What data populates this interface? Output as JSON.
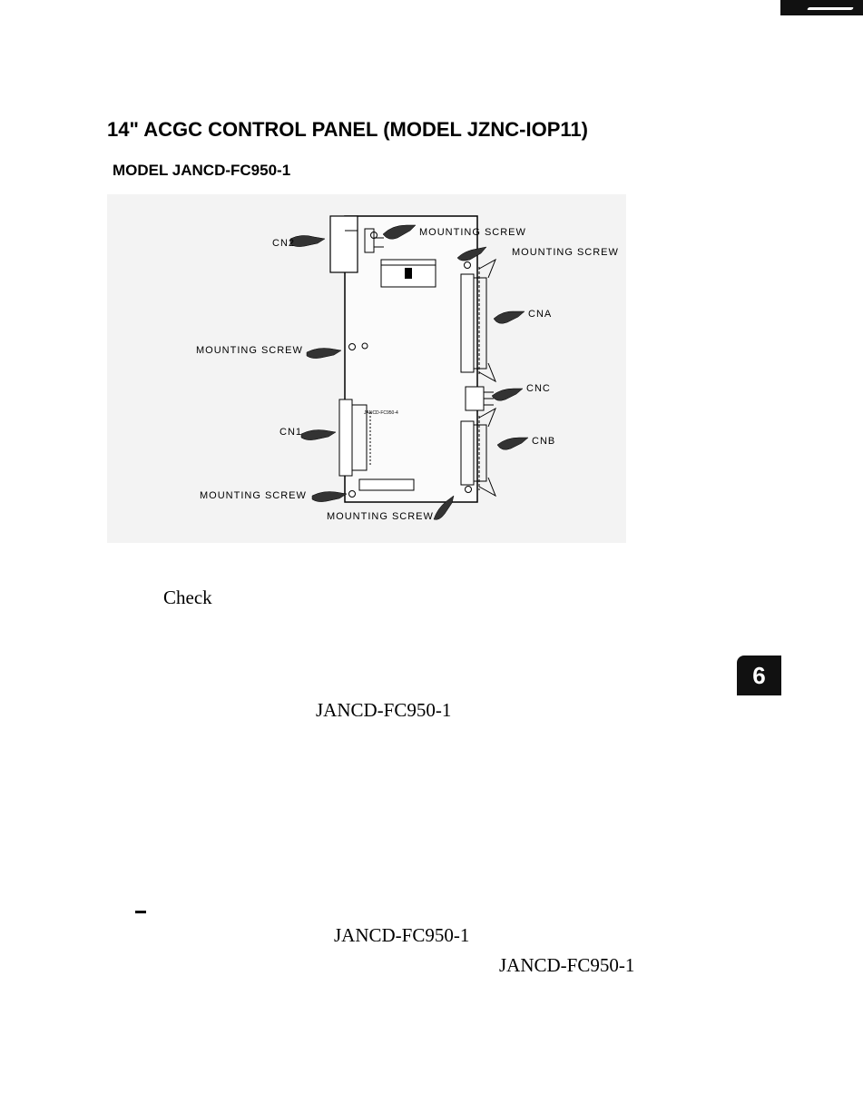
{
  "page": {
    "title": "14\" ACGC CONTROL PANEL (MODEL JZNC-IOP11)",
    "subtitle": "MODEL JANCD-FC950-1"
  },
  "figure": {
    "board_label": "JANCD-FC950-4",
    "labels": {
      "cn2": "CN2",
      "mount_top": "MOUNTING SCREW",
      "mount_top_right": "MOUNTING SCREW",
      "cna": "CNA",
      "mount_left": "MOUNTING SCREW",
      "cnc": "CNC",
      "cn1": "CN1",
      "cnb": "CNB",
      "mount_bottom_left": "MOUNTING SCREW",
      "mount_bottom": "MOUNTING SCREW"
    }
  },
  "body": {
    "check": "Check",
    "model_ref_1": "JANCD-FC950-1",
    "model_ref_2": "JANCD-FC950-1",
    "model_ref_3": "JANCD-FC950-1"
  },
  "tab": {
    "section_number": "6"
  }
}
